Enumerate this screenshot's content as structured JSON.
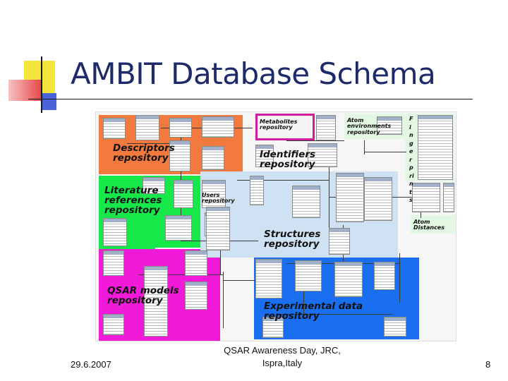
{
  "slide": {
    "title": "AMBIT Database Schema",
    "footer_date": "29.6.2007",
    "footer_center_line1": "QSAR Awareness Day, JRC,",
    "footer_center_line2": "Ispra,Italy",
    "page_number": "8"
  },
  "schema": {
    "regions": {
      "descriptors": {
        "label": "Descriptors\nrepository",
        "color": "#f27a3e"
      },
      "literature": {
        "label": "Literature\nreferences\nrepository",
        "color": "#17e84a"
      },
      "qsar_models": {
        "label": "QSAR models\nrepository",
        "color": "#f01ad8"
      },
      "identifiers": {
        "label": "Identifiers\nrepository",
        "color": "#cfe2f3"
      },
      "users": {
        "label": "Users\nrepository",
        "color": "#cfe2f3"
      },
      "structures": {
        "label": "Structures\nrepository",
        "color": "#cfe2f3"
      },
      "experimental": {
        "label": "Experimental data\nrepository",
        "color": "#1a6ef0"
      },
      "metabolites": {
        "label": "Metabolites\nrepository",
        "color": "#d01aa0"
      },
      "atom_environments": {
        "label": "Atom\nenvironments\nrepository",
        "color": "#e2f8e2"
      },
      "fingerprints": {
        "label": "Fingerprints",
        "color": "#e2f8e2"
      },
      "atom_distances": {
        "label": "Atom\nDistances",
        "color": "#e2f8e2"
      }
    }
  }
}
